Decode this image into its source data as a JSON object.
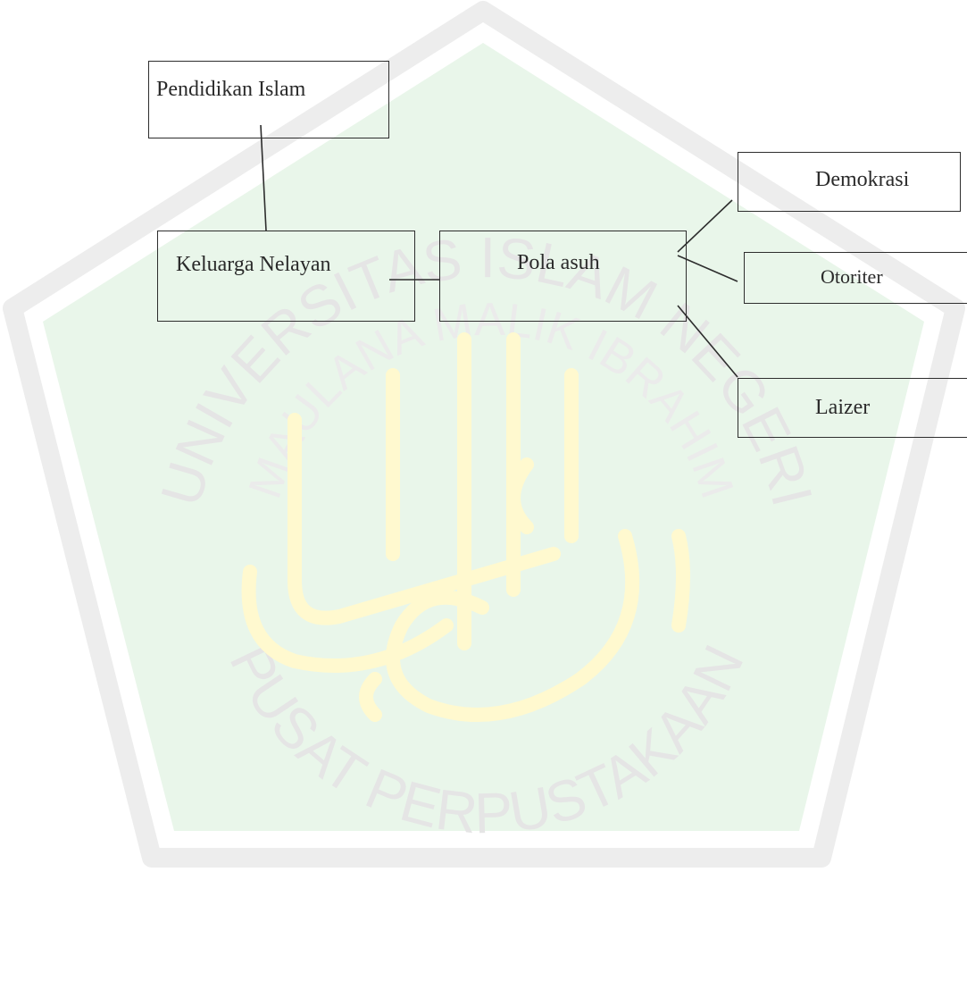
{
  "diagram": {
    "nodes": {
      "pendidikan_islam": "Pendidikan Islam",
      "keluarga_nelayan": "Keluarga Nelayan",
      "pola_asuh": "Pola asuh",
      "demokrasi": "Demokrasi",
      "otoriter": "Otoriter",
      "laizer": "Laizer"
    }
  },
  "watermark": {
    "ring_top": "UNIVERSITAS ISLAM NEGERI",
    "ring_inner": "MAULANA MALIK IBRAHIM",
    "ring_bottom": "PUSAT PERPUSTAKAAN",
    "colors": {
      "shield_fill": "#e9f6ea",
      "shield_border": "#ececec",
      "calligraphy": "#fffbd6",
      "text": "#e5e5e5"
    }
  }
}
